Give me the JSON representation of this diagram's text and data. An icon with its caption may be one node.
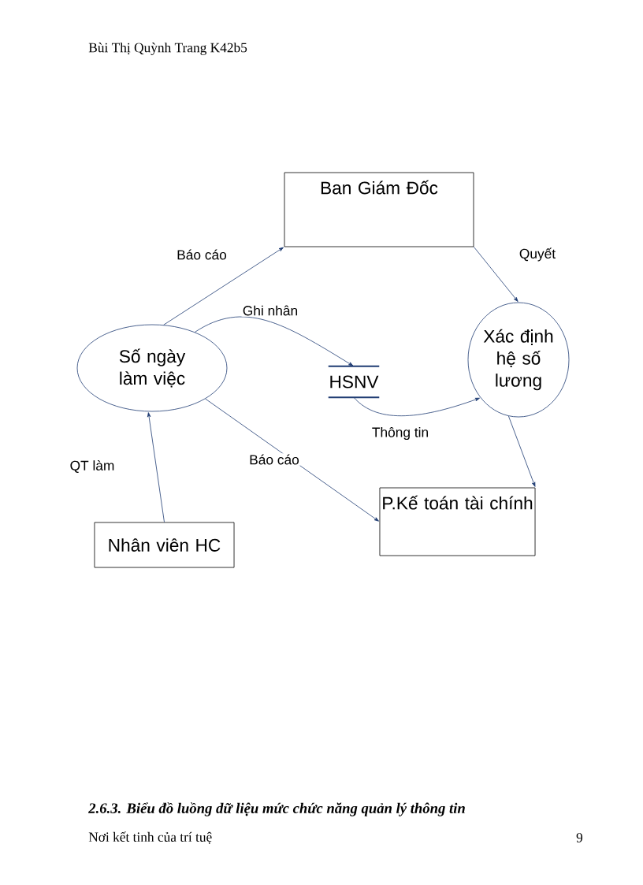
{
  "diagram": {
    "caption": "2.6.3. Biểu đồ luồng dữ liệu mức chức năng quản lý thông tin",
    "nodes": [
      {
        "text": [
          "Ban Giám Đốc"
        ]
      },
      {
        "text": [
          "Số ngày làm việc"
        ]
      },
      {
        "text": [
          "HSNV"
        ]
      },
      {
        "text": [
          "Xác định hệ số lương"
        ]
      },
      {
        "text": [
          "Nhân viên HC"
        ]
      },
      {
        "text": [
          "P.Kế toán tài chính"
        ]
      }
    ],
    "edges": [
      {
        "from": 1,
        "to": 0,
        "arrow": "to",
        "label": "Báo cáo"
      },
      {
        "from": 0,
        "to": 3,
        "arrow": "to",
        "label": "Quyết"
      },
      {
        "from": 1,
        "to": 2,
        "arrow": "to",
        "label": "Ghi nhân"
      },
      {
        "from": 2,
        "to": 3,
        "arrow": "to",
        "label": "Thông tin"
      },
      {
        "from": 1,
        "to": 5,
        "arrow": "to",
        "label": "Báo cáo"
      },
      {
        "from": 3,
        "to": 5,
        "arrow": "to"
      },
      {
        "from": 4,
        "to": 1,
        "arrow": "to",
        "label": "QT làm"
      }
    ],
    "labels": [
      "Bùi Thị Quỳnh Trang K42b5",
      "Nơi kết tinh của trí tuệ",
      "9"
    ]
  }
}
